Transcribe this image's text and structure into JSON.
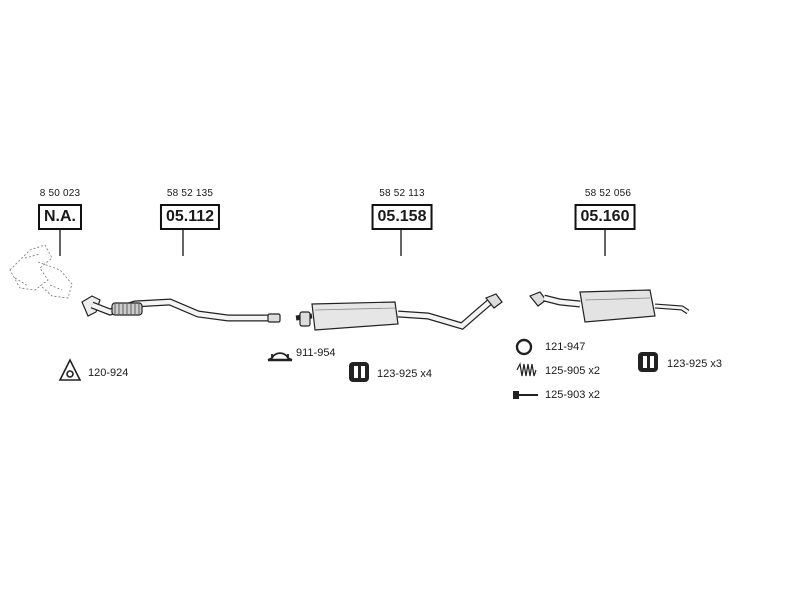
{
  "sections": [
    {
      "oe_number": "8 50 023",
      "part_code": "N.A."
    },
    {
      "oe_number": "58 52 135",
      "part_code": "05.112"
    },
    {
      "oe_number": "58 52 113",
      "part_code": "05.158"
    },
    {
      "oe_number": "58 52 056",
      "part_code": "05.160"
    }
  ],
  "accessories": [
    {
      "icon": "gasket-triangle-icon",
      "label": "120-924"
    },
    {
      "icon": "clamp-icon",
      "label": "911-954"
    },
    {
      "icon": "rubber-mount-icon",
      "label": "123-925 x4"
    },
    {
      "icon": "ring-gasket-icon",
      "label": "121-947"
    },
    {
      "icon": "spring-icon",
      "label": "125-905 x2"
    },
    {
      "icon": "bolt-icon",
      "label": "125-903 x2"
    },
    {
      "icon": "rubber-mount-icon",
      "label": "123-925 x3"
    }
  ]
}
